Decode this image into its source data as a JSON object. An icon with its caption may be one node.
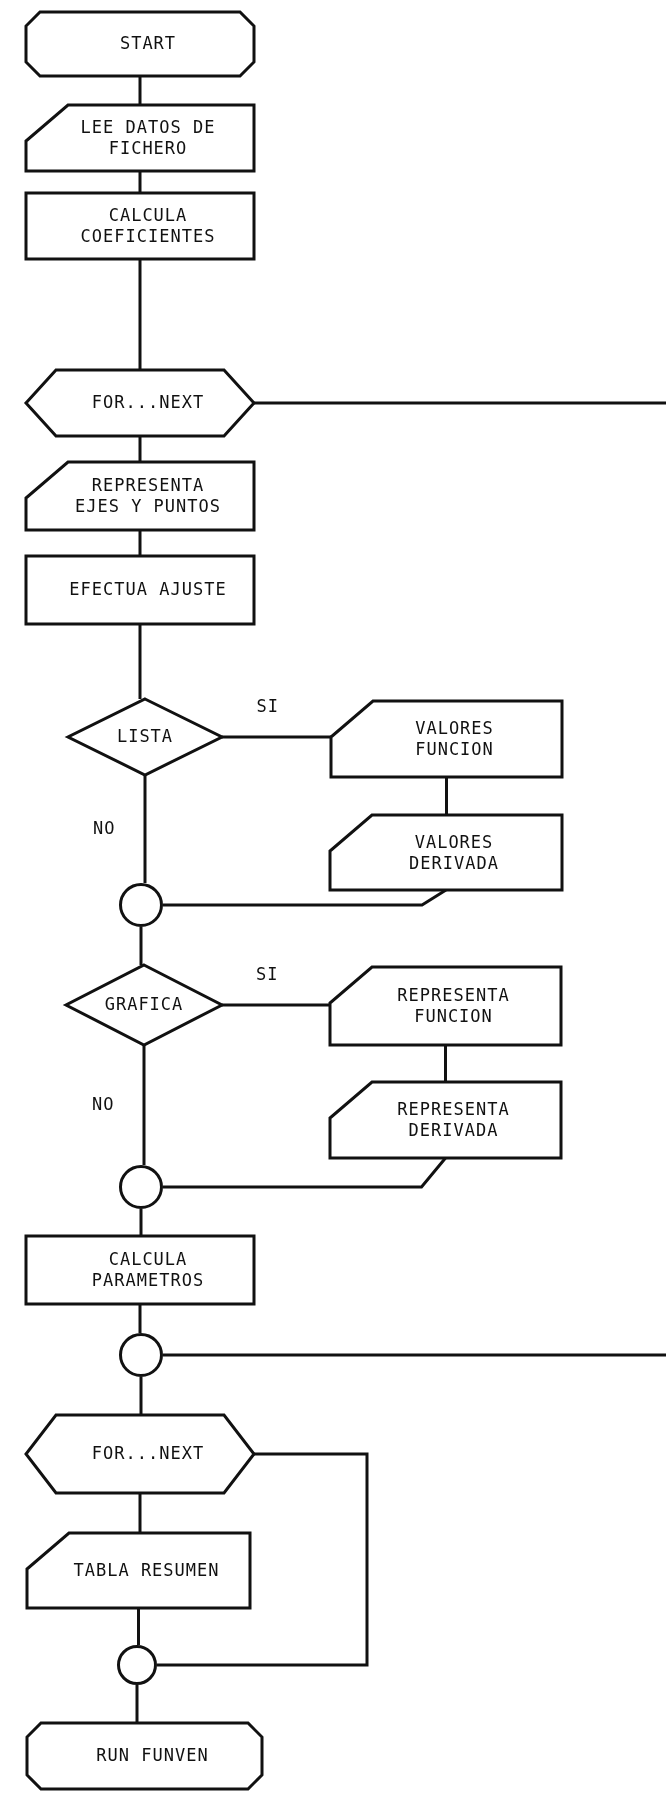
{
  "diagram": {
    "nodes": [
      {
        "text": [
          "START"
        ]
      },
      {
        "text": [
          "LEE DATOS DE FICHERO"
        ]
      },
      {
        "text": [
          "CALCULA COEFICIENTES"
        ]
      },
      {
        "text": [
          "FOR...NEXT"
        ]
      },
      {
        "text": [
          "REPRESENTA EJES Y PUNTOS"
        ]
      },
      {
        "text": [
          "EFECTUA AJUSTE"
        ]
      },
      {
        "text": [
          "LISTA"
        ]
      },
      {
        "text": [
          "VALORES FUNCION"
        ]
      },
      {
        "text": [
          "VALORES DERIVADA"
        ]
      },
      {
        "text": [],
        "shape": "circle"
      },
      {
        "text": [
          "GRAFICA"
        ]
      },
      {
        "text": [
          "REPRESENTA FUNCION"
        ]
      },
      {
        "text": [
          "REPRESENTA DERIVADA"
        ]
      },
      {
        "text": [],
        "shape": "circle"
      },
      {
        "text": [
          "CALCULA PARAMETROS"
        ]
      },
      {
        "text": [],
        "shape": "circle"
      },
      {
        "text": [
          "FOR...NEXT"
        ]
      },
      {
        "text": [
          "TABLA RESUMEN"
        ]
      },
      {
        "text": [],
        "shape": "circle"
      },
      {
        "text": [
          "RUN FUNVEN"
        ]
      }
    ],
    "edges": [
      {
        "from": 0,
        "to": 1,
        "arrow": "none"
      },
      {
        "from": 1,
        "to": 2,
        "arrow": "none"
      },
      {
        "from": 2,
        "to": 3,
        "arrow": "none"
      },
      {
        "from": 3,
        "to": 4,
        "arrow": "none"
      },
      {
        "from": 4,
        "to": 5,
        "arrow": "none"
      },
      {
        "from": 5,
        "to": 6,
        "arrow": "none"
      },
      {
        "from": 6,
        "to": 7,
        "label": "SI",
        "arrow": "none"
      },
      {
        "from": 7,
        "to": 8,
        "arrow": "none"
      },
      {
        "from": 6,
        "to": 9,
        "label": "NO",
        "arrow": "none"
      },
      {
        "from": 8,
        "to": 9,
        "arrow": "none"
      },
      {
        "from": 9,
        "to": 10,
        "arrow": "none"
      },
      {
        "from": 10,
        "to": 11,
        "label": "SI",
        "arrow": "none"
      },
      {
        "from": 11,
        "to": 12,
        "arrow": "none"
      },
      {
        "from": 10,
        "to": 13,
        "label": "NO",
        "arrow": "none"
      },
      {
        "from": 12,
        "to": 13,
        "arrow": "none"
      },
      {
        "from": 13,
        "to": 14,
        "arrow": "none"
      },
      {
        "from": 14,
        "to": 15,
        "arrow": "none"
      },
      {
        "from": 15,
        "to": 16,
        "arrow": "none"
      },
      {
        "from": 16,
        "to": 17,
        "arrow": "none"
      },
      {
        "from": 17,
        "to": 18,
        "arrow": "none"
      },
      {
        "from": 18,
        "to": 16,
        "arrow": "none"
      },
      {
        "from": 3,
        "to": null,
        "arrow": "none"
      },
      {
        "from": 15,
        "to": null,
        "arrow": "none"
      },
      {
        "from": 18,
        "to": 19,
        "arrow": "none"
      }
    ]
  }
}
